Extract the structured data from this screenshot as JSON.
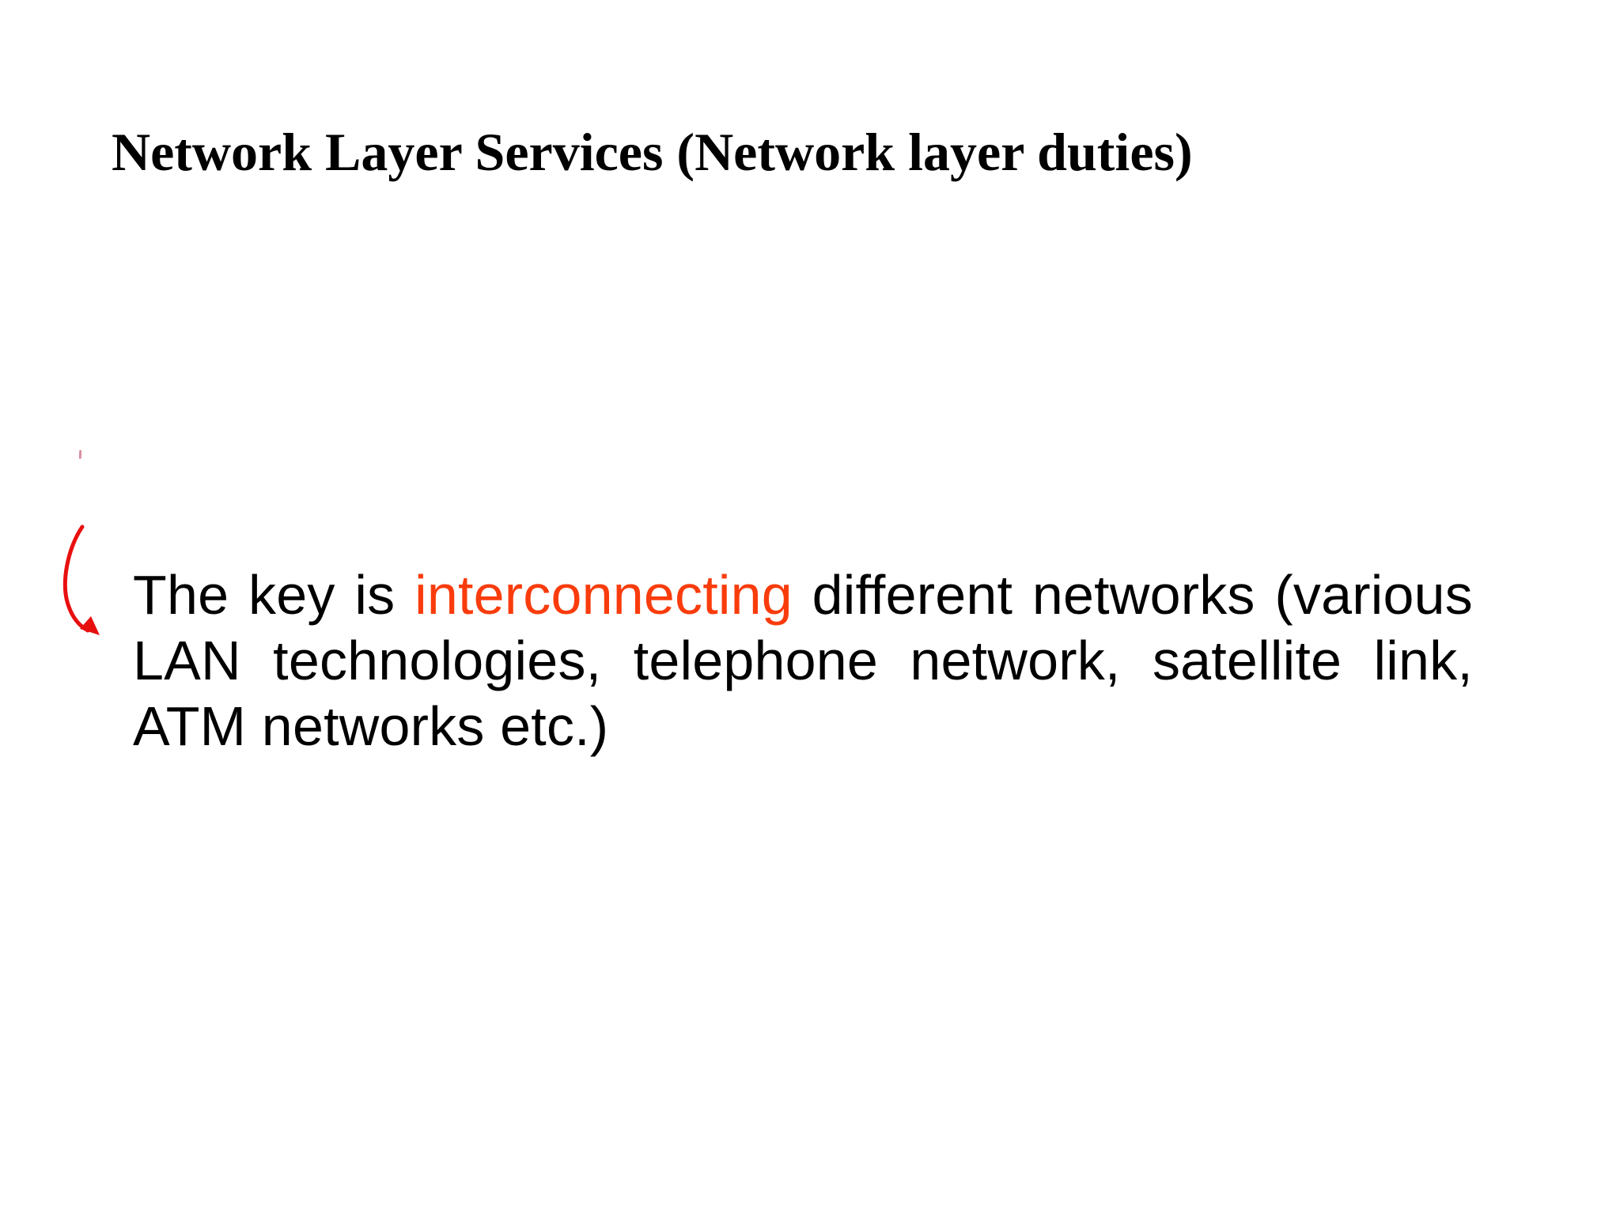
{
  "slide": {
    "title": "Network Layer Services (Network layer duties)",
    "paragraph": {
      "line1_pre": "The key is",
      "line1_highlight": "interconnecting",
      "line1_post": "different networks (various",
      "line2": "LAN technologies, telephone network, satellite link,",
      "line3": "ATM networks etc.)"
    },
    "annotations": {
      "arrow_icon": "red-curved-arrow-pointing-down-right",
      "tick_icon": "small-pale-red-tick-mark"
    },
    "colors": {
      "background": "#FFFFFF",
      "title_text": "#000000",
      "body_text": "#000000",
      "highlight_text": "#FA3C0C",
      "arrow": "#E8100F",
      "tick": "#D98FA0"
    }
  }
}
